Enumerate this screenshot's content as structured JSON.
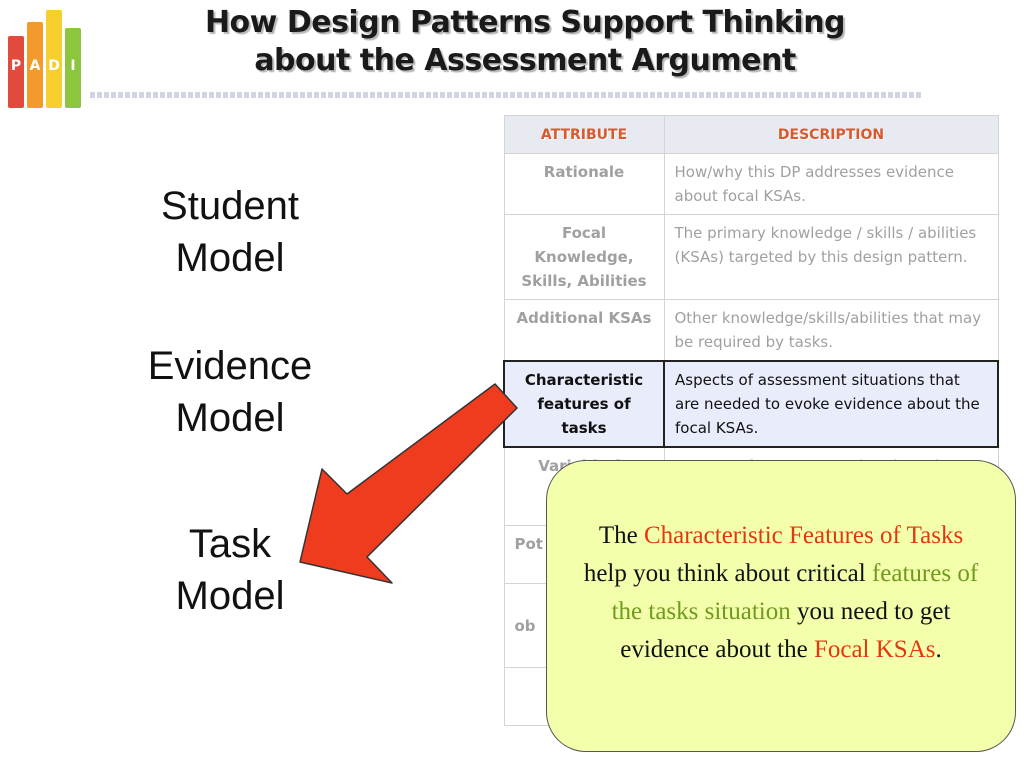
{
  "logo": {
    "letters": [
      "P",
      "A",
      "D",
      "I"
    ],
    "colors": [
      "#e14a3c",
      "#f39a2a",
      "#f6cf2f",
      "#8cc63f"
    ]
  },
  "title": {
    "line1": "How Design Patterns Support Thinking",
    "line2": "about the Assessment Argument"
  },
  "models": [
    {
      "line1": "Student",
      "line2": "Model"
    },
    {
      "line1": "Evidence",
      "line2": "Model"
    },
    {
      "line1": "Task",
      "line2": "Model"
    }
  ],
  "table": {
    "headers": [
      "ATTRIBUTE",
      "DESCRIPTION"
    ],
    "rows": [
      {
        "attribute": "Rationale",
        "description": "How/why this DP addresses evidence about focal KSAs."
      },
      {
        "attribute": "Focal Knowledge, Skills, Abilities",
        "description": "The primary knowledge / skills / abilities (KSAs) targeted by this design pattern."
      },
      {
        "attribute": "Additional KSAs",
        "description": "Other knowledge/skills/abilities that may be required by tasks."
      },
      {
        "attribute": "Characteristic features of tasks",
        "description": "Aspects of assessment situations that are needed to evoke evidence about the focal KSAs."
      },
      {
        "attribute": "Variable fe",
        "description": "Aspects of assessment situations that"
      },
      {
        "attribute": "Pot",
        "description": ""
      },
      {
        "attribute": "ob",
        "description": ""
      },
      {
        "attribute": "",
        "description": ""
      }
    ]
  },
  "callout": {
    "p1": "The ",
    "p2": "Characteristic Features of Tasks",
    "p3": " help you think about critical ",
    "p4": "features of the tasks situation",
    "p5": " you need to get evidence about the ",
    "p6": "Focal KSAs",
    "p7": "."
  },
  "colors": {
    "accent_red": "#e53612",
    "accent_green": "#6f9a1e",
    "callout_bg": "#f3ffab",
    "arrow": "#f03c1e"
  }
}
